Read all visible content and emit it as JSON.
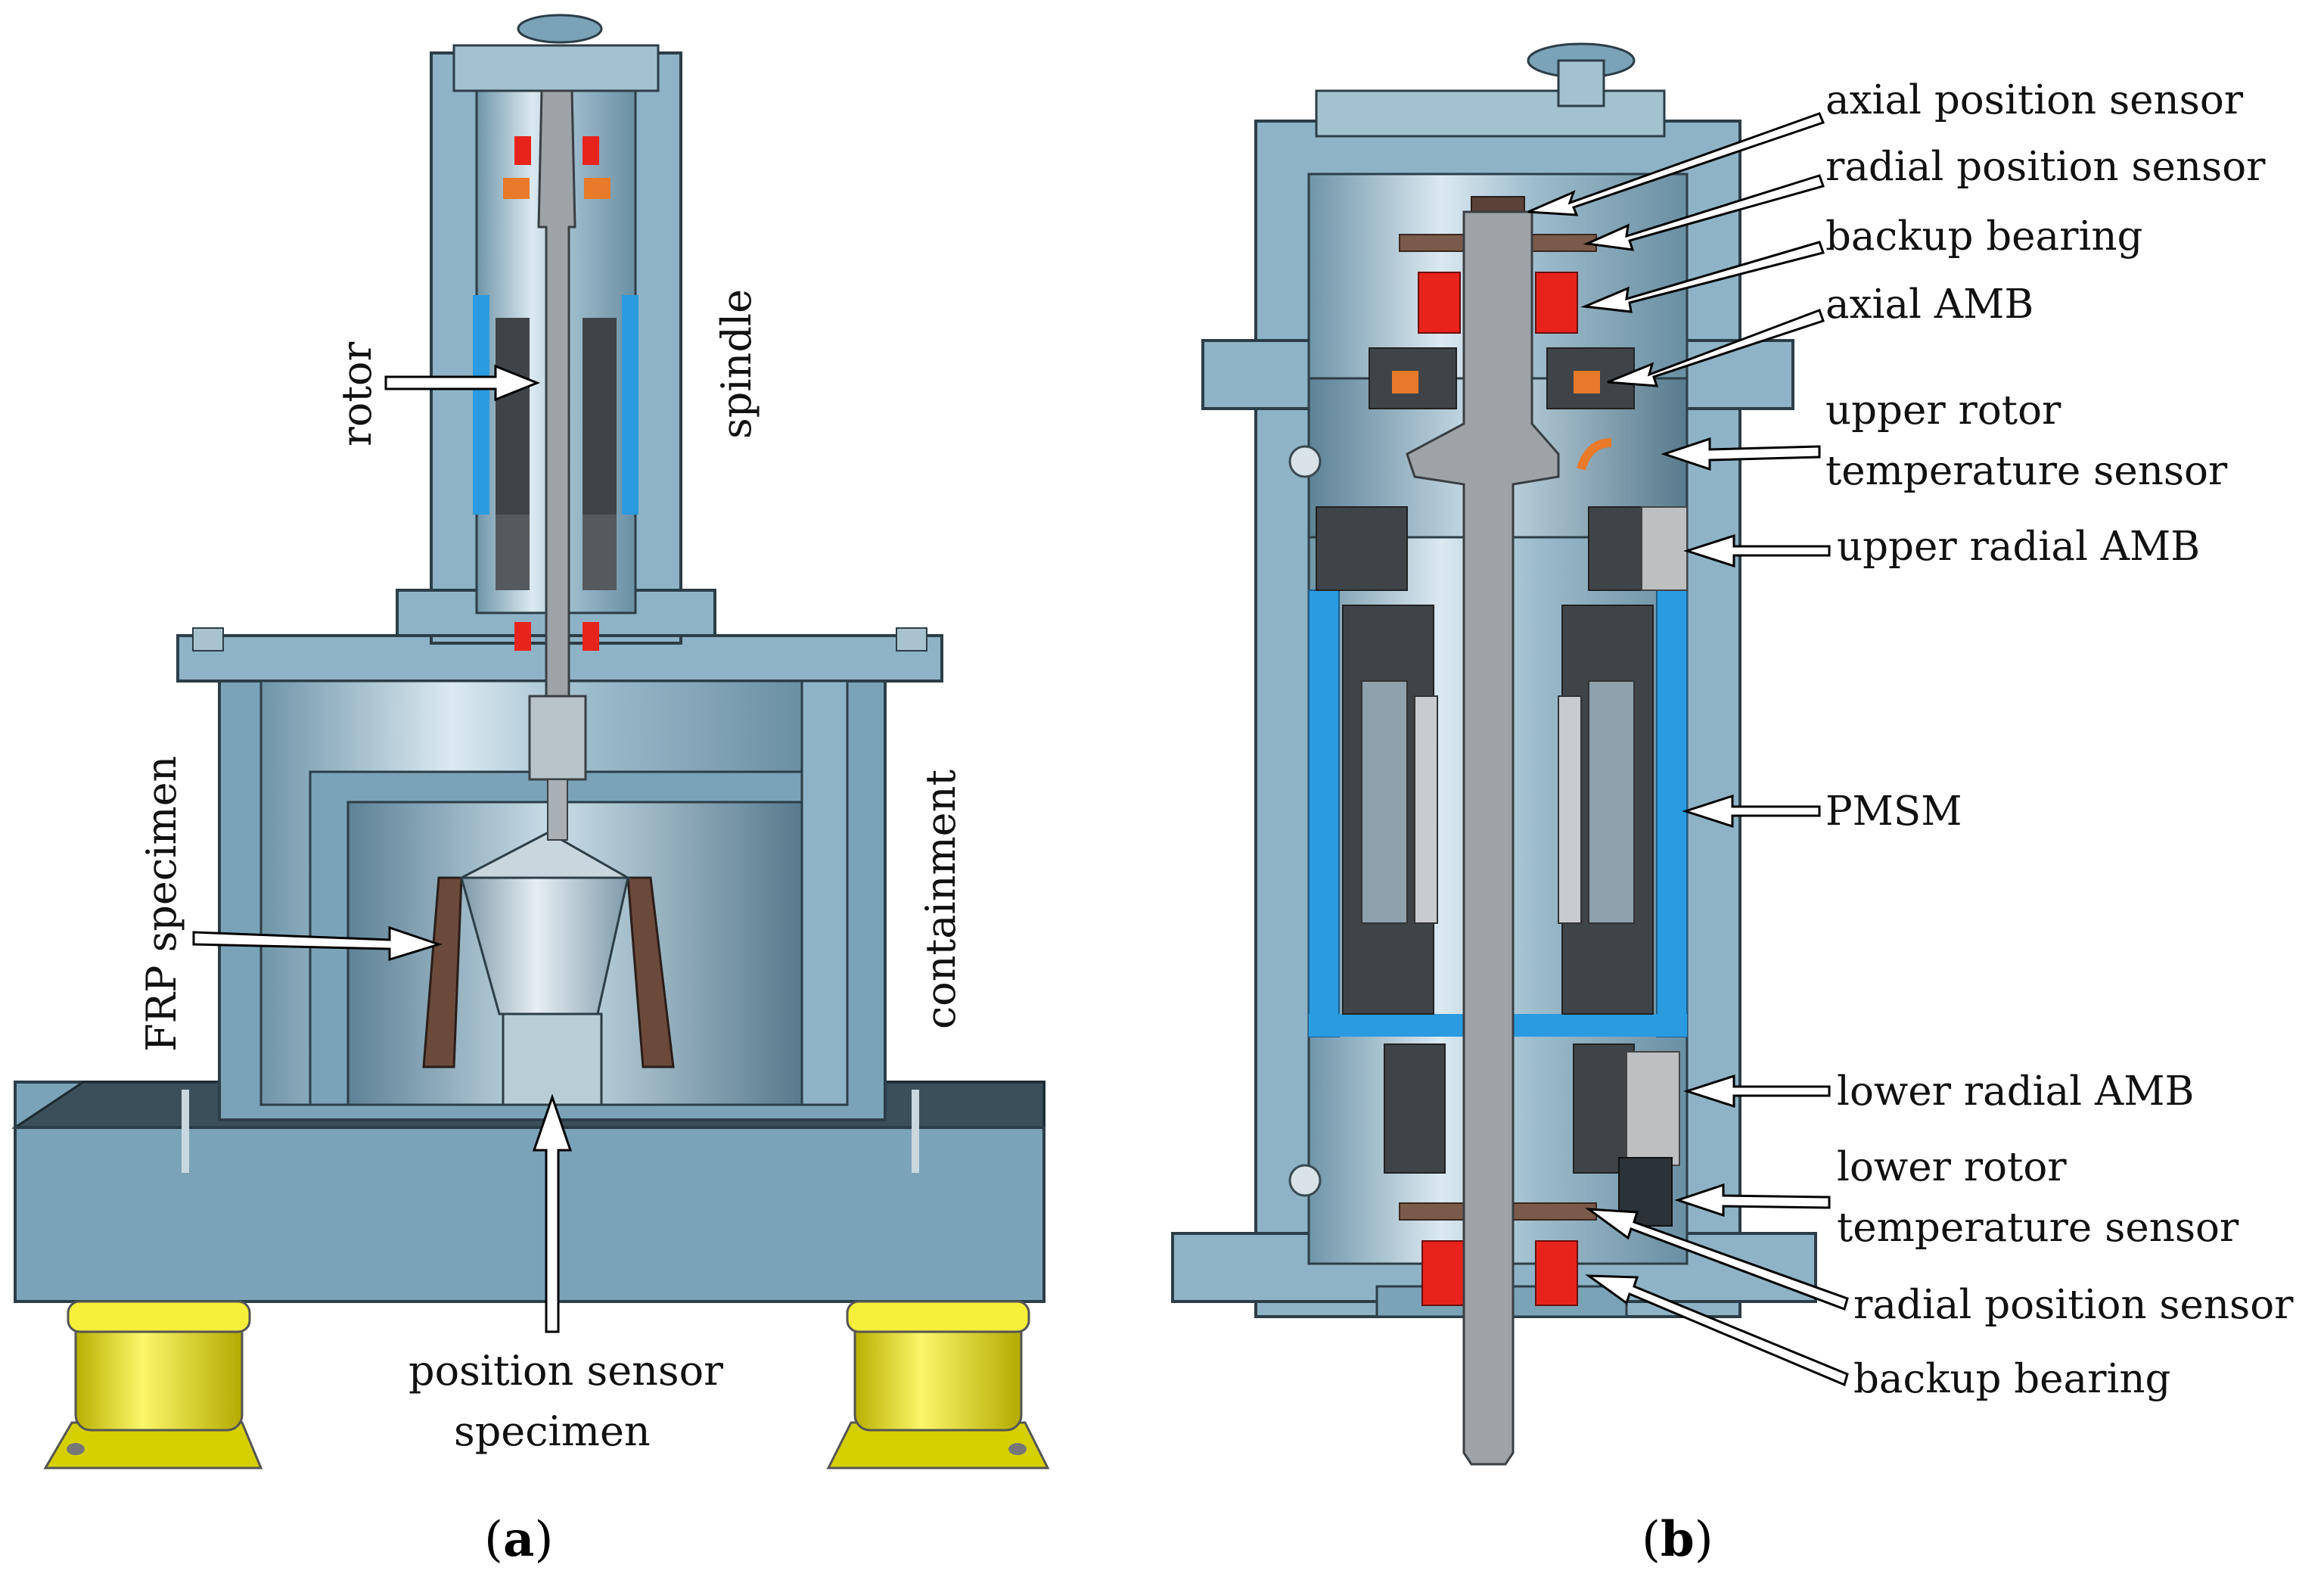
{
  "figure": {
    "panel_a": {
      "caption_open": "(",
      "caption_letter": "a",
      "caption_close": ")",
      "labels": {
        "rotor": "rotor",
        "spindle": "spindle",
        "frp_specimen": "FRP specimen",
        "containment": "containment",
        "position_sensor_line1": "position sensor",
        "position_sensor_line2": "specimen"
      }
    },
    "panel_b": {
      "caption_open": "(",
      "caption_letter": "b",
      "caption_close": ")",
      "labels": {
        "axial_position_sensor": "axial position sensor",
        "radial_position_sensor_top": "radial position sensor",
        "backup_bearing_top": "backup bearing",
        "axial_amb": "axial AMB",
        "upper_rotor_temp_line1": "upper rotor",
        "upper_rotor_temp_line2": "temperature sensor",
        "upper_radial_amb": "upper radial AMB",
        "pmsm": "PMSM",
        "lower_radial_amb": "lower radial AMB",
        "lower_rotor_temp_line1": "lower rotor",
        "lower_rotor_temp_line2": "temperature sensor",
        "radial_position_sensor_bottom": "radial position sensor",
        "backup_bearing_bottom": "backup bearing"
      }
    },
    "colors": {
      "housing": "#8fb3c6",
      "housing_dark": "#6f97ab",
      "rotor": "#9ea3a7",
      "magnet_red": "#e8231c",
      "stator_dark": "#3f4448",
      "coolant_blue": "#2a9be0",
      "frp_brown": "#6b4a3c",
      "feet_yellow": "#e8e000",
      "sensor_orange": "#e87a2a",
      "sensor_brown": "#7a5a4a"
    }
  }
}
